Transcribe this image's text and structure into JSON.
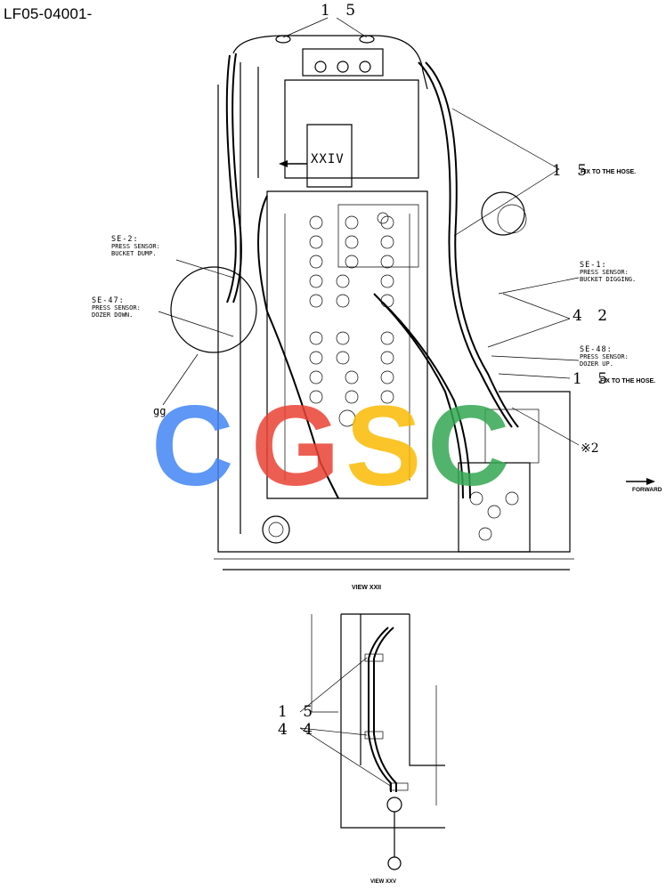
{
  "document": {
    "code": "LF05-04001-"
  },
  "views": {
    "upper_caption": "VIEW XXII",
    "lower_caption": "VIEW XXV",
    "view_arrow_label": "XXIV"
  },
  "callouts": {
    "c15_top": "1 5",
    "c15_fix": "1 5",
    "c15_fix_note": "FIX TO THE HOSE.",
    "c42": "4 2",
    "c15_fix2": "1 5",
    "c15_fix2_note": "FIX TO THE HOSE.",
    "x2": "※2",
    "gg": "gg",
    "forward": "FORWARD",
    "lower_15": "1 5",
    "lower_44": "4 4"
  },
  "sensors": {
    "se2": {
      "id": "SE-2:",
      "line1": "PRESS SENSOR:",
      "line2": "BUCKET DUMP."
    },
    "se47": {
      "id": "SE-47:",
      "line1": "PRESS SENSOR:",
      "line2": "DOZER DOWN."
    },
    "se1": {
      "id": "SE-1:",
      "line1": "PRESS SENSOR:",
      "line2": "BUCKET DIGGING."
    },
    "se48": {
      "id": "SE-48:",
      "line1": "PRESS SENSOR:",
      "line2": "DOZER UP."
    }
  },
  "watermark": {
    "letters": [
      "C",
      "G",
      "S",
      "C"
    ],
    "colors": [
      "#4285F4",
      "#EA4335",
      "#FBBC05",
      "#34A853"
    ]
  }
}
